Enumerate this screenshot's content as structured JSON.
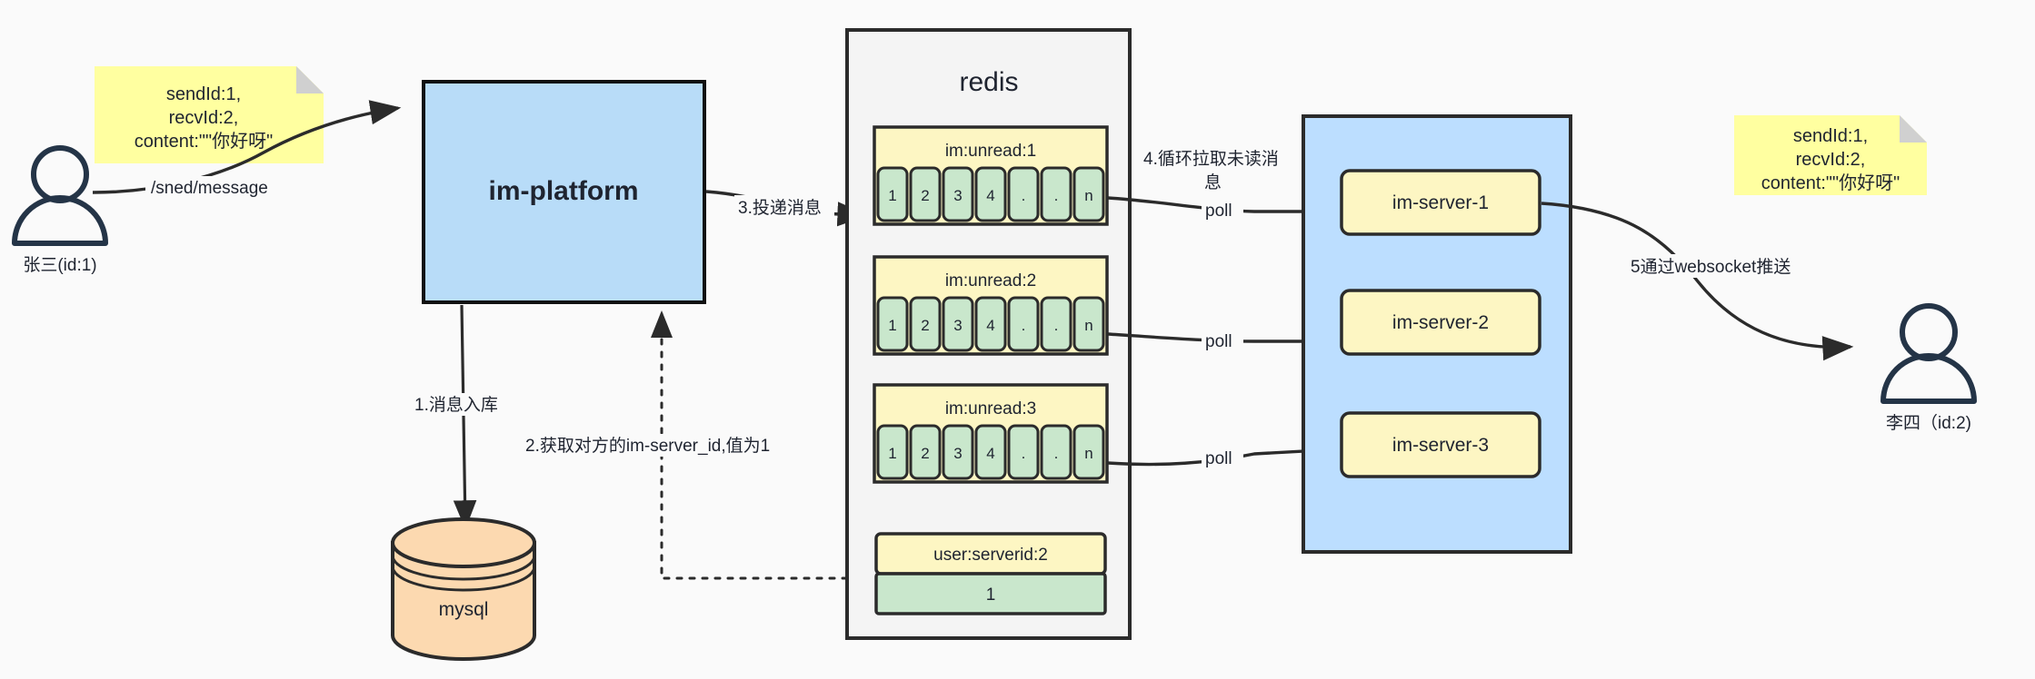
{
  "diagram": {
    "title": "IM message delivery architecture",
    "colors": {
      "background": "#fafafa",
      "note_fill": "#ffffa0",
      "note_fold": "#d0d0d0",
      "platform_fill": "#b8dcf8",
      "server_group_fill": "#bcdeff",
      "server_fill": "#fdf6c3",
      "redis_fill": "#f4f4f4",
      "queue_header_fill": "#fdf6c3",
      "queue_cell_fill": "#c9e7cc",
      "mysql_fill": "#fcd9b0",
      "stroke": "#2b2b2b",
      "actor_stroke": "#243447"
    },
    "notes": [
      {
        "id": "note-left",
        "lines": [
          "sendId:1,",
          "recvId:2,",
          "content:\"\"你好呀\""
        ]
      },
      {
        "id": "note-right",
        "lines": [
          "sendId:1,",
          "recvId:2,",
          "content:\"\"你好呀\""
        ]
      }
    ],
    "actors": [
      {
        "id": "actor-sender",
        "label": "张三(id:1)"
      },
      {
        "id": "actor-receiver",
        "label": "李四（id:2)"
      }
    ],
    "platform": {
      "label": "im-platform"
    },
    "database": {
      "label": "mysql"
    },
    "redis": {
      "label": "redis",
      "queues": [
        {
          "key": "im:unread:1",
          "cells": [
            "1",
            "2",
            "3",
            "4",
            ".",
            ".",
            "n"
          ]
        },
        {
          "key": "im:unread:2",
          "cells": [
            "1",
            "2",
            "3",
            "4",
            ".",
            ".",
            "n"
          ]
        },
        {
          "key": "im:unread:3",
          "cells": [
            "1",
            "2",
            "3",
            "4",
            ".",
            ".",
            "n"
          ]
        }
      ],
      "kv": {
        "key": "user:serverid:2",
        "value": "1"
      }
    },
    "server_group": {
      "servers": [
        {
          "label": "im-server-1"
        },
        {
          "label": "im-server-2"
        },
        {
          "label": "im-server-3"
        }
      ]
    },
    "edges": {
      "send_message": "/sned/message",
      "step1": "1.消息入库",
      "step2": "2.获取对方的im-server_id,值为1",
      "step3": "3.投递消息",
      "step4_line1": "4.循环拉取未读消",
      "step4_line2": "息",
      "step5": "5通过websocket推送",
      "poll1": "poll",
      "poll2": "poll",
      "poll3": "poll"
    }
  }
}
